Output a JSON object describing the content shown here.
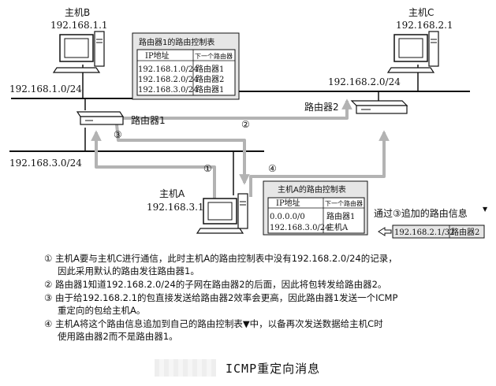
{
  "hosts": {
    "host_b": {
      "name": "主机B",
      "ip": "192.168.1.1"
    },
    "host_c": {
      "name": "主机C",
      "ip": "192.168.2.1"
    },
    "host_a": {
      "name": "主机A",
      "ip": "192.168.3.1"
    }
  },
  "networks": {
    "net1": "192.168.1.0/24",
    "net2": "192.168.2.0/24",
    "net3": "192.168.3.0/24"
  },
  "routers": {
    "router1": "路由器1",
    "router2": "路由器2"
  },
  "steps": [
    "①",
    "②",
    "③",
    "④"
  ],
  "router1_table": {
    "title": "路由器1的路由控制表",
    "col_ip": "IP地址",
    "col_next": "下一个路由器",
    "rows": [
      {
        "ip": "192.168.1.0/24",
        "next": "路由器1"
      },
      {
        "ip": "192.168.2.0/24",
        "next": "路由器2"
      },
      {
        "ip": "192.168.3.0/24",
        "next": "路由器1"
      }
    ]
  },
  "hosta_table": {
    "title": "主机A的路由控制表",
    "col_ip": "IP地址",
    "col_next": "下一个路由器",
    "rows": [
      {
        "ip": "0.0.0.0/0",
        "next": "路由器1"
      },
      {
        "ip": "192.168.3.0/24",
        "next": "主机A"
      }
    ]
  },
  "added_route": {
    "label": "通过③追加的路由信息",
    "marker": "▼",
    "ip": "192.168.2.1/32",
    "next": "路由器2"
  },
  "notes": [
    {
      "num": "①",
      "lines": [
        "主机A要与主机C进行通信，此时主机A的路由控制表中没有192.168.2.0/24的记录，",
        "因此采用默认的路由发往路由器1。"
      ]
    },
    {
      "num": "②",
      "lines": [
        "路由器1知道192.168.2.0/24的子网在路由器2的后面，因此将包转发给路由器2。"
      ]
    },
    {
      "num": "③",
      "lines": [
        "由于给192.168.2.1的包直接发送给路由器2效率会更高，因此路由器1发送一个ICMP",
        "重定向的包给主机A。"
      ]
    },
    {
      "num": "④",
      "lines": [
        "主机A将这个路由信息追加到自己的路由控制表▼中，以备再次发送数据给主机C时",
        "使用路由器2而不是路由器1。"
      ]
    }
  ],
  "caption": "ICMP重定向消息",
  "colors": {
    "arrow": "#b3b3b3",
    "line": "#111111",
    "table_bg": "#e6e6e6"
  }
}
